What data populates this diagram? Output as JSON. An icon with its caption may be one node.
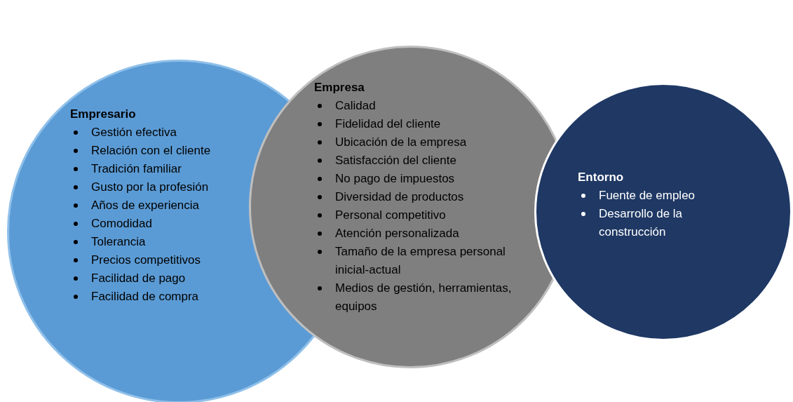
{
  "diagram": {
    "nodes": [
      {
        "text": [
          "Empresario",
          "Gestión efectiva",
          "Relación con el cliente",
          "Tradición familiar",
          "Gusto por la profesión",
          "Años de experiencia",
          "Comodidad",
          "Tolerancia",
          "Precios competitivos",
          "Facilidad de pago",
          "Facilidad de compra"
        ]
      },
      {
        "text": [
          "Empresa",
          "Calidad",
          "Fidelidad del cliente",
          "Ubicación de la empresa",
          "Satisfacción del cliente",
          "No pago de impuestos",
          "Diversidad de productos",
          "Personal competitivo",
          "Atención personalizada",
          "Tamaño de la empresa personal inicial-actual",
          "Medios de gestión, herramientas, equipos"
        ]
      },
      {
        "text": [
          "Entorno",
          "Fuente de empleo",
          "Desarrollo de la construcción"
        ]
      }
    ],
    "edges": []
  }
}
